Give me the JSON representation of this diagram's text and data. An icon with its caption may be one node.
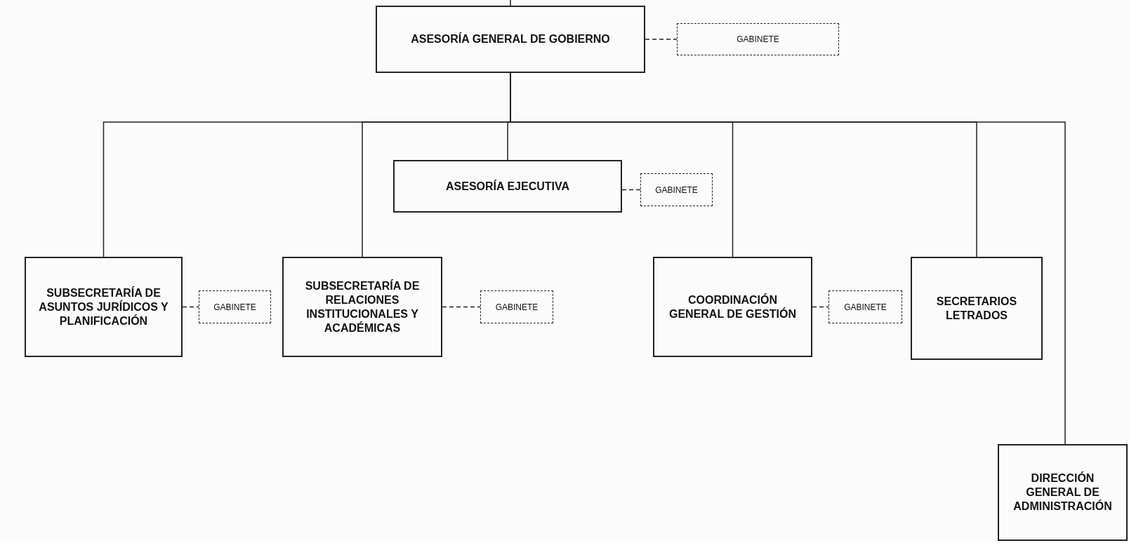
{
  "diagram": {
    "nodes": [
      {
        "text": [
          "ASESORÍA GENERAL DE GOBIERNO"
        ]
      },
      {
        "text": [
          "GABINETE"
        ]
      },
      {
        "text": [
          "ASESORÍA EJECUTIVA"
        ]
      },
      {
        "text": [
          "GABINETE"
        ]
      },
      {
        "text": [
          "SUBSECRETARÍA DE ASUNTOS JURÍDICOS Y PLANIFICACIÓN"
        ]
      },
      {
        "text": [
          "GABINETE"
        ]
      },
      {
        "text": [
          "SUBSECRETARÍA DE RELACIONES INSTITUCIONALES Y ACADÉMICAS"
        ]
      },
      {
        "text": [
          "GABINETE"
        ]
      },
      {
        "text": [
          "COORDINACIÓN GENERAL DE GESTIÓN"
        ]
      },
      {
        "text": [
          "GABINETE"
        ]
      },
      {
        "text": [
          "SECRETARIOS LETRADOS"
        ]
      },
      {
        "text": [
          "DIRECCIÓN GENERAL DE ADMINISTRACIÓN"
        ]
      }
    ],
    "edges": [
      {
        "from": null,
        "to": 0,
        "arrow": "none"
      },
      {
        "from": 0,
        "to": 1,
        "arrow": "none",
        "style": "dashed"
      },
      {
        "from": 0,
        "to": 4,
        "arrow": "none"
      },
      {
        "from": 0,
        "to": 6,
        "arrow": "none"
      },
      {
        "from": 0,
        "to": 2,
        "arrow": "none"
      },
      {
        "from": 0,
        "to": 8,
        "arrow": "none"
      },
      {
        "from": 0,
        "to": 10,
        "arrow": "none"
      },
      {
        "from": 0,
        "to": 11,
        "arrow": "none"
      },
      {
        "from": 2,
        "to": 3,
        "arrow": "none",
        "style": "dashed"
      },
      {
        "from": 4,
        "to": 5,
        "arrow": "none",
        "style": "dashed"
      },
      {
        "from": 6,
        "to": 7,
        "arrow": "none",
        "style": "dashed"
      },
      {
        "from": 8,
        "to": 9,
        "arrow": "none",
        "style": "dashed"
      }
    ]
  }
}
